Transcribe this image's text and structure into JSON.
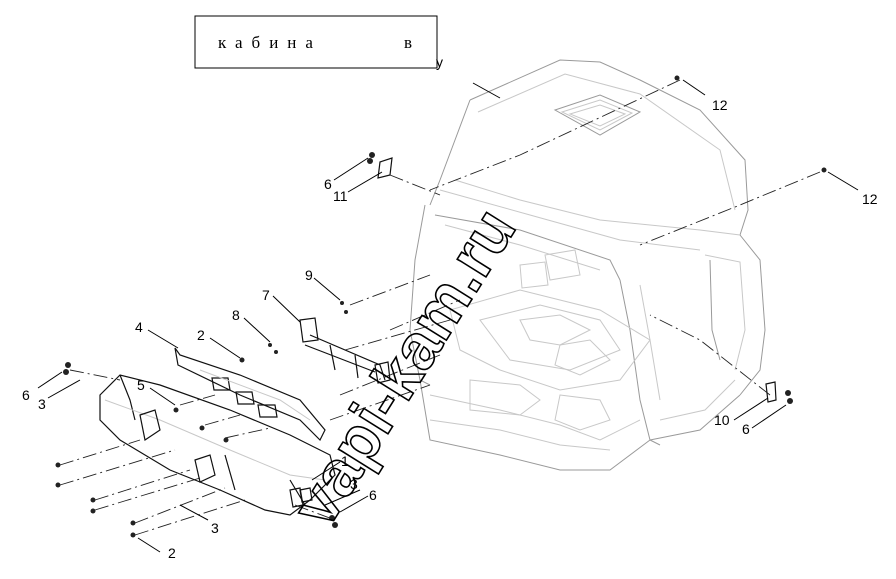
{
  "header": {
    "title_main": "кабина",
    "title_fragment": "в",
    "title_overflow": "у"
  },
  "watermark": {
    "text": "vapi-kam.ru"
  },
  "callouts": [
    {
      "id": "c1",
      "text": "1"
    },
    {
      "id": "c2a",
      "text": "2"
    },
    {
      "id": "c2b",
      "text": "2"
    },
    {
      "id": "c3a",
      "text": "3"
    },
    {
      "id": "c3b",
      "text": "3"
    },
    {
      "id": "c3c",
      "text": "3"
    },
    {
      "id": "c4",
      "text": "4"
    },
    {
      "id": "c5",
      "text": "5"
    },
    {
      "id": "c6a",
      "text": "6"
    },
    {
      "id": "c6b",
      "text": "6"
    },
    {
      "id": "c6c",
      "text": "6"
    },
    {
      "id": "c6d",
      "text": "6"
    },
    {
      "id": "c7",
      "text": "7"
    },
    {
      "id": "c8",
      "text": "8"
    },
    {
      "id": "c9",
      "text": "9"
    },
    {
      "id": "c10",
      "text": "10"
    },
    {
      "id": "c11",
      "text": "11"
    },
    {
      "id": "c12a",
      "text": "12"
    },
    {
      "id": "c12b",
      "text": "12"
    }
  ]
}
